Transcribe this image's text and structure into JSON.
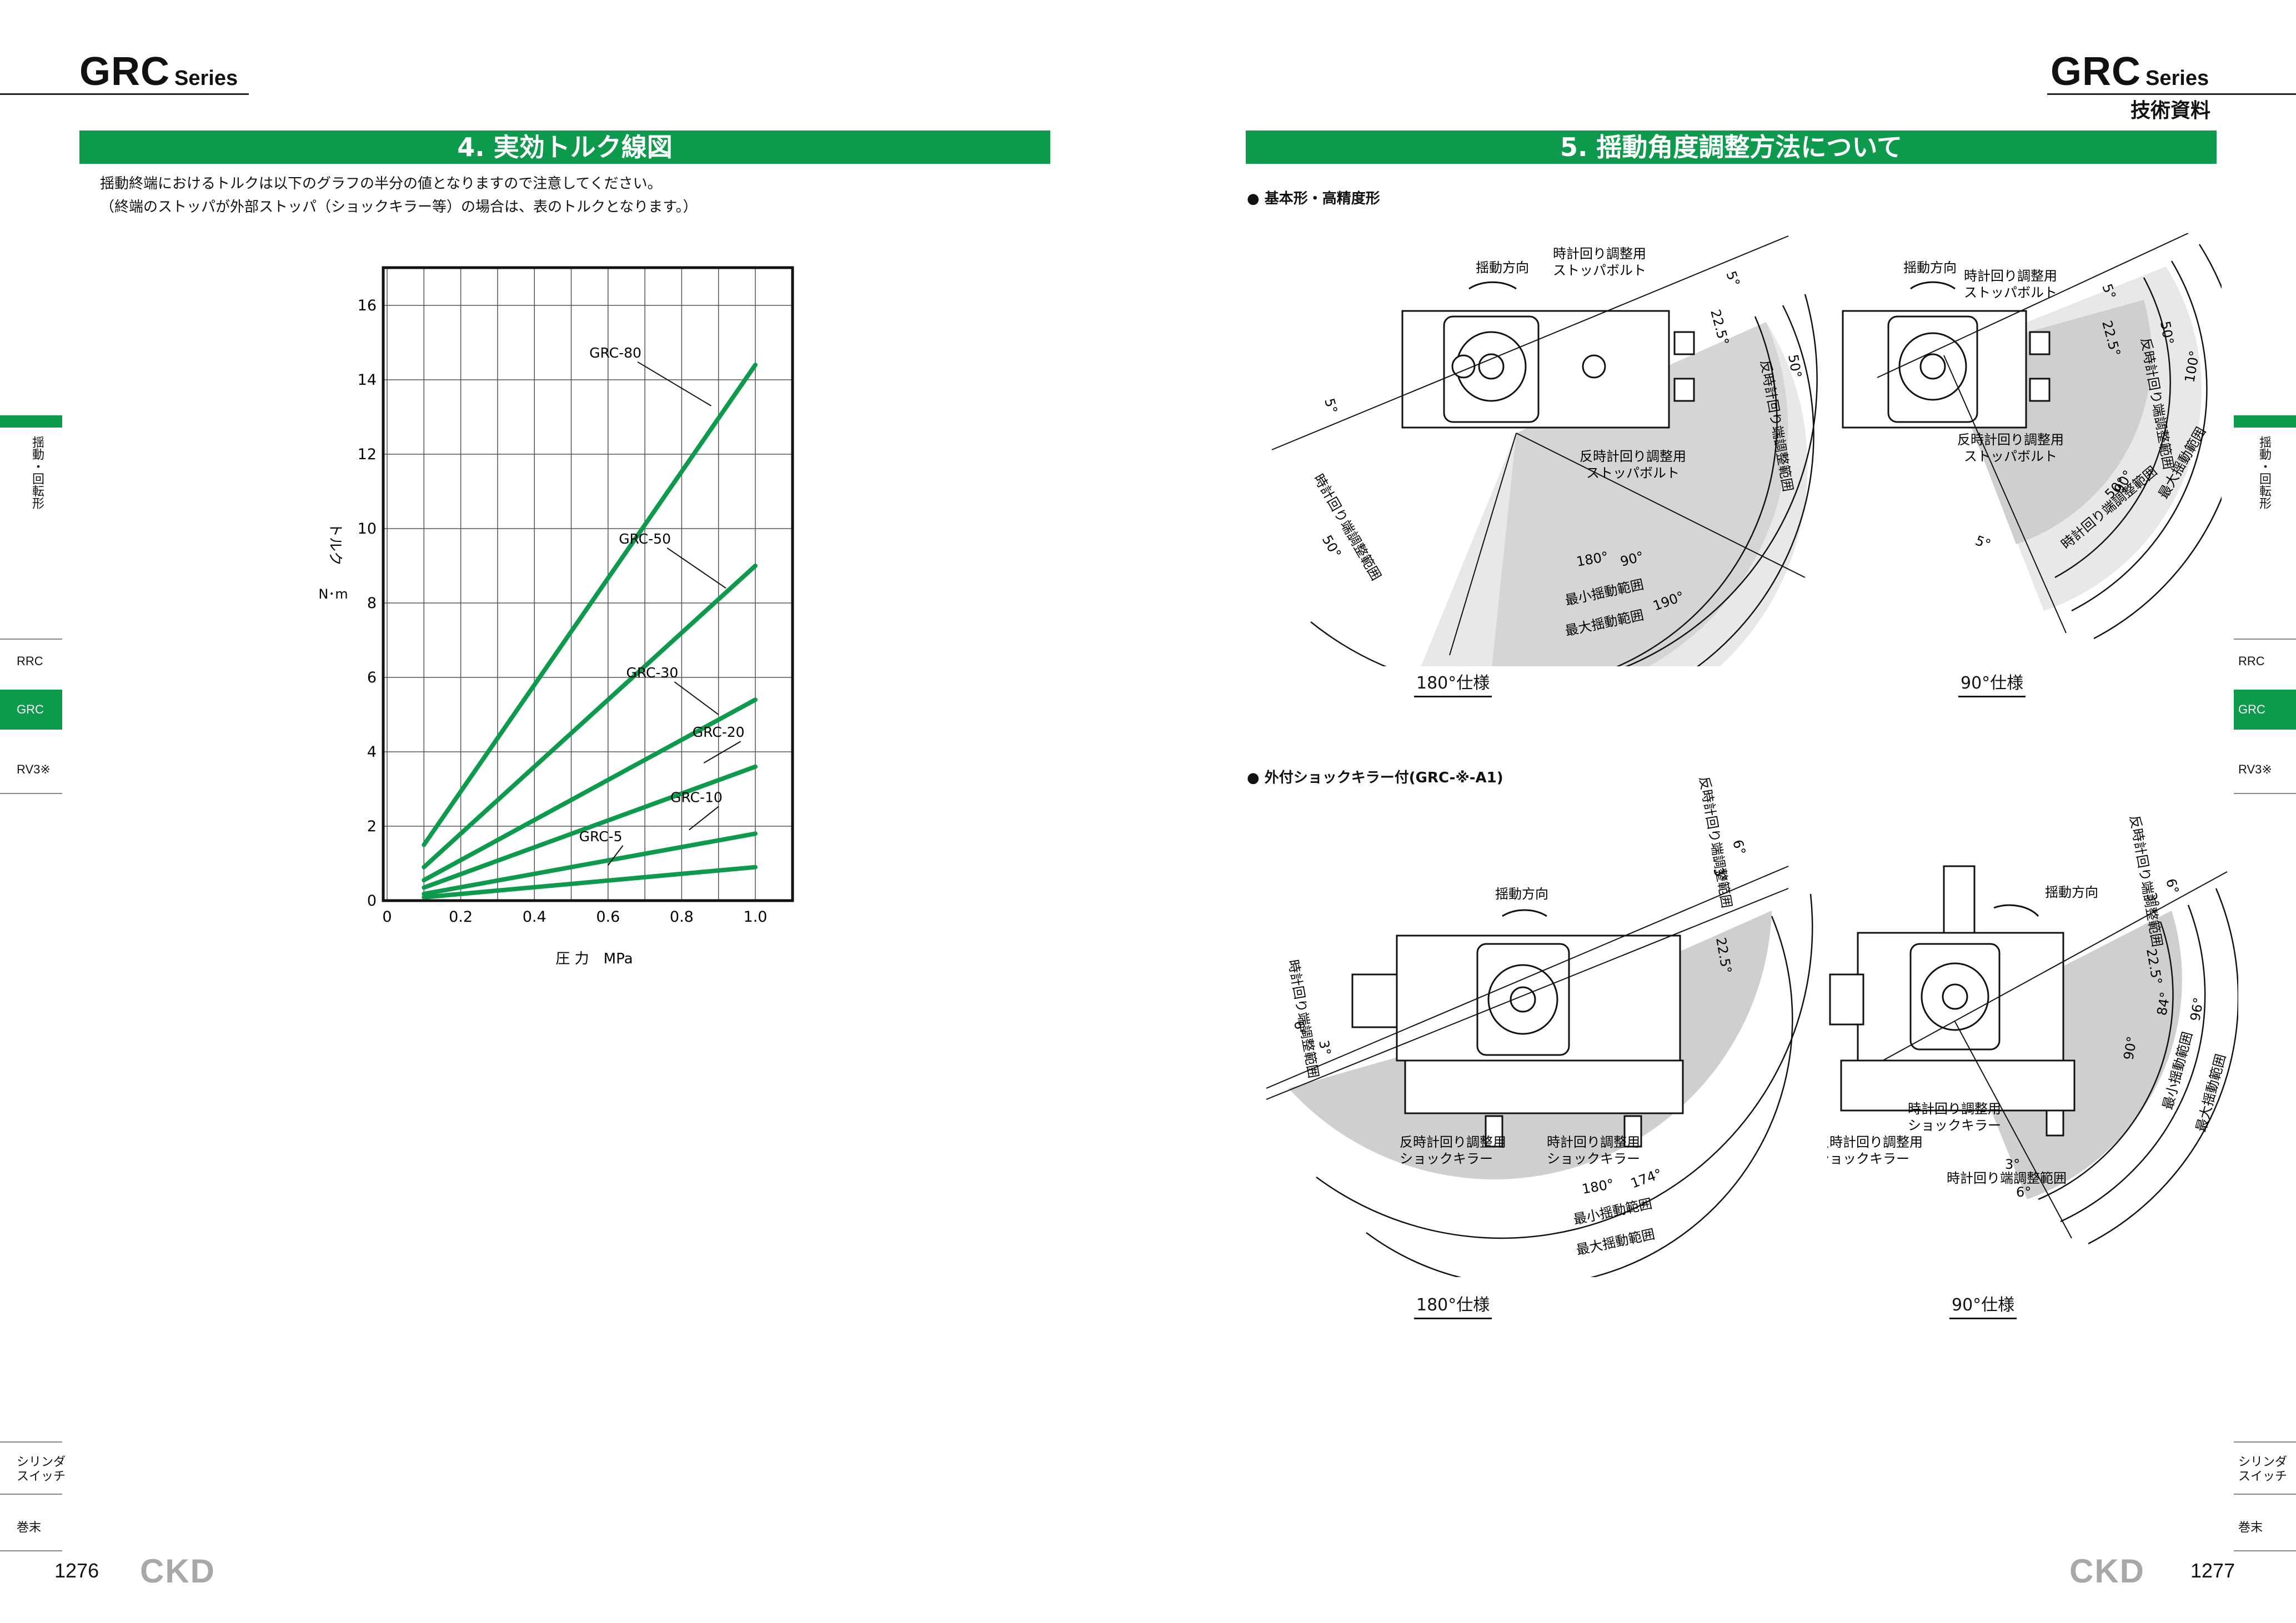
{
  "left_page": {
    "series_name": "GRC",
    "series_suffix": "Series",
    "section_title": "4. 実効トルク線図",
    "intro_line1": "揺動終端におけるトルクは以下のグラフの半分の値となりますので注意してください。",
    "intro_line2": "（終端のストッパが外部ストッパ（ショックキラー等）の場合は、表のトルクとなります。）",
    "page_number": "1276",
    "logo": "CKD"
  },
  "right_page": {
    "series_name": "GRC",
    "series_suffix": "Series",
    "subtitle": "技術資料",
    "section_title": "5. 揺動角度調整方法について",
    "basic_heading": "● 基本形・高精度形",
    "external_heading": "● 外付ショックキラー付(GRC-※-A1)",
    "page_number": "1277",
    "logo": "CKD"
  },
  "side_tabs": {
    "category": "揺動・回転形",
    "items": [
      "RRC",
      "GRC",
      "RV3※"
    ],
    "active": "GRC",
    "switch_label_1": "シリンダ",
    "switch_label_2": "スイッチ",
    "end_label": "巻末"
  },
  "chart_data": {
    "type": "line",
    "xlabel": "圧 力　MPa",
    "ylabel": "トルク",
    "yunit": "N･m",
    "xlim": [
      0,
      1.0
    ],
    "ylim": [
      0,
      16
    ],
    "xticks": [
      "0",
      "0.2",
      "0.4",
      "0.6",
      "0.8",
      "1.0"
    ],
    "yticks": [
      "0",
      "2",
      "4",
      "6",
      "8",
      "10",
      "12",
      "14",
      "16"
    ],
    "grid": true,
    "line_color": "#0e9a4c",
    "series": [
      {
        "name": "GRC-80",
        "x": [
          0.1,
          1.0
        ],
        "values": [
          1.5,
          14.4
        ]
      },
      {
        "name": "GRC-50",
        "x": [
          0.1,
          1.0
        ],
        "values": [
          0.9,
          9.0
        ]
      },
      {
        "name": "GRC-30",
        "x": [
          0.1,
          1.0
        ],
        "values": [
          0.55,
          5.4
        ]
      },
      {
        "name": "GRC-20",
        "x": [
          0.1,
          1.0
        ],
        "values": [
          0.35,
          3.6
        ]
      },
      {
        "name": "GRC-10",
        "x": [
          0.1,
          1.0
        ],
        "values": [
          0.18,
          1.8
        ]
      },
      {
        "name": "GRC-5",
        "x": [
          0.1,
          1.0
        ],
        "values": [
          0.09,
          0.9
        ]
      }
    ]
  },
  "diagrams": {
    "basic_180": {
      "rotation_dir": "揺動方向",
      "cw_bolt_1": "時計回り調整用",
      "cw_bolt_2": "ストッパボルト",
      "ccw_bolt_1": "反時計回り調整用",
      "ccw_bolt_2": "ストッパボルト",
      "cw_end_adj": "時計回り端調整範囲",
      "ccw_end_adj": "反時計回り端調整範囲",
      "min_range": "最小揺動範囲",
      "max_range": "最大揺動範囲",
      "a5": "5°",
      "a5b": "5°",
      "a22": "22.5°",
      "a50": "50°",
      "a50b": "50°",
      "a180": "180°",
      "a90": "90°",
      "a190": "190°",
      "caption": "180°仕様"
    },
    "basic_90": {
      "rotation_dir": "揺動方向",
      "cw_bolt_1": "時計回り調整用",
      "cw_bolt_2": "ストッパボルト",
      "ccw_bolt_1": "反時計回り調整用",
      "ccw_bolt_2": "ストッパボルト",
      "cw_end_adj": "時計回り端調整範囲",
      "ccw_end_adj": "反時計回り端調整範囲",
      "max_range": "最大揺動範囲",
      "a5": "5°",
      "a5b": "5°",
      "a22": "22.5°",
      "a50": "50°",
      "a50b": "50°",
      "a90": "90°",
      "a100": "100°",
      "caption": "90°仕様"
    },
    "ext_180": {
      "rotation_dir": "揺動方向",
      "ccw_end_adj": "反時計回り端調整範囲",
      "cw_end_adj": "時計回り端調整範囲",
      "ccw_shock_1": "反時計回り調整用",
      "ccw_shock_2": "ショックキラー",
      "cw_shock_1": "時計回り調整用",
      "cw_shock_2": "ショックキラー",
      "min_range": "最小揺動範囲",
      "max_range": "最大揺動範囲",
      "a6": "6°",
      "a3": "3°",
      "a6b": "6°",
      "a3b": "3°",
      "a22": "22.5°",
      "a180": "180°",
      "a174": "174°",
      "caption": "180°仕様"
    },
    "ext_90": {
      "rotation_dir": "揺動方向",
      "ccw_end_adj": "反時計回り端調整範囲",
      "cw_end_adj": "時計回り端調整範囲",
      "cw_shock_1": "時計回り調整用",
      "cw_shock_2": "ショックキラー",
      "ccw_shock_1": "反時計回り調整用",
      "ccw_shock_2": "ショックキラー",
      "min_range": "最小揺動範囲",
      "max_range": "最大揺動範囲",
      "a6": "6°",
      "a3": "3°",
      "a6b": "6°",
      "a3b": "3°",
      "a22": "22.5°",
      "a90": "90°",
      "a84": "84°",
      "a96": "96°",
      "caption": "90°仕様"
    }
  }
}
